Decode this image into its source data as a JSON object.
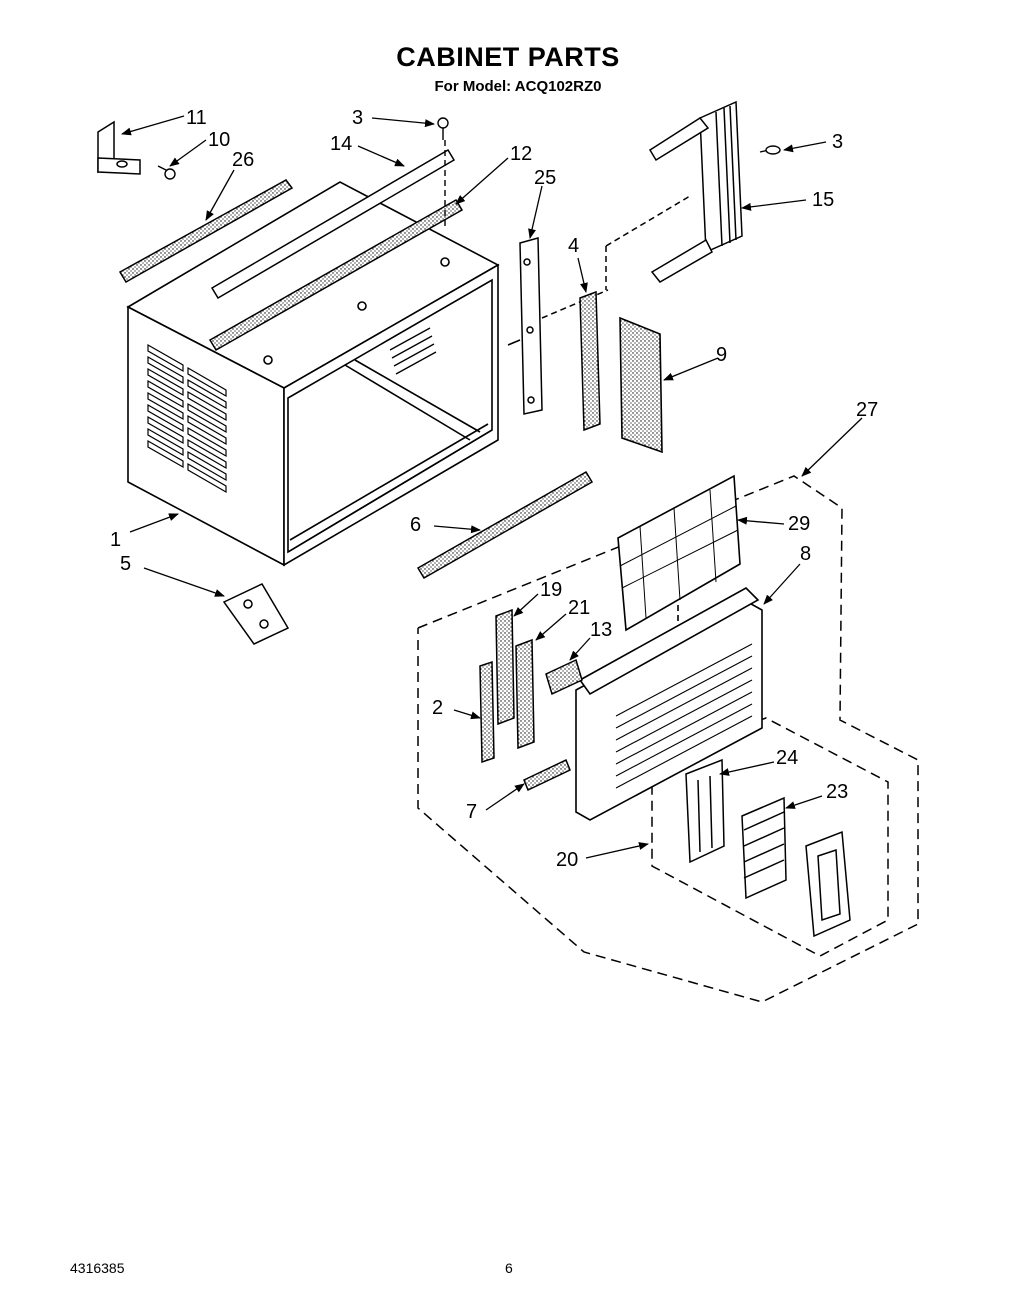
{
  "header": {
    "title": "CABINET PARTS",
    "subtitle": "For Model: ACQ102RZ0"
  },
  "footer": {
    "doc_number": "4316385",
    "page_number": "6"
  },
  "callouts": [
    {
      "id": "c11",
      "label": "11"
    },
    {
      "id": "c10",
      "label": "10"
    },
    {
      "id": "c26",
      "label": "26"
    },
    {
      "id": "c3a",
      "label": "3"
    },
    {
      "id": "c14",
      "label": "14"
    },
    {
      "id": "c12",
      "label": "12"
    },
    {
      "id": "c25",
      "label": "25"
    },
    {
      "id": "c3b",
      "label": "3"
    },
    {
      "id": "c15",
      "label": "15"
    },
    {
      "id": "c4",
      "label": "4"
    },
    {
      "id": "c9",
      "label": "9"
    },
    {
      "id": "c27",
      "label": "27"
    },
    {
      "id": "c1",
      "label": "1"
    },
    {
      "id": "c5",
      "label": "5"
    },
    {
      "id": "c6",
      "label": "6"
    },
    {
      "id": "c29",
      "label": "29"
    },
    {
      "id": "c8",
      "label": "8"
    },
    {
      "id": "c19",
      "label": "19"
    },
    {
      "id": "c21",
      "label": "21"
    },
    {
      "id": "c13",
      "label": "13"
    },
    {
      "id": "c2",
      "label": "2"
    },
    {
      "id": "c24",
      "label": "24"
    },
    {
      "id": "c23",
      "label": "23"
    },
    {
      "id": "c7",
      "label": "7"
    },
    {
      "id": "c20",
      "label": "20"
    }
  ]
}
